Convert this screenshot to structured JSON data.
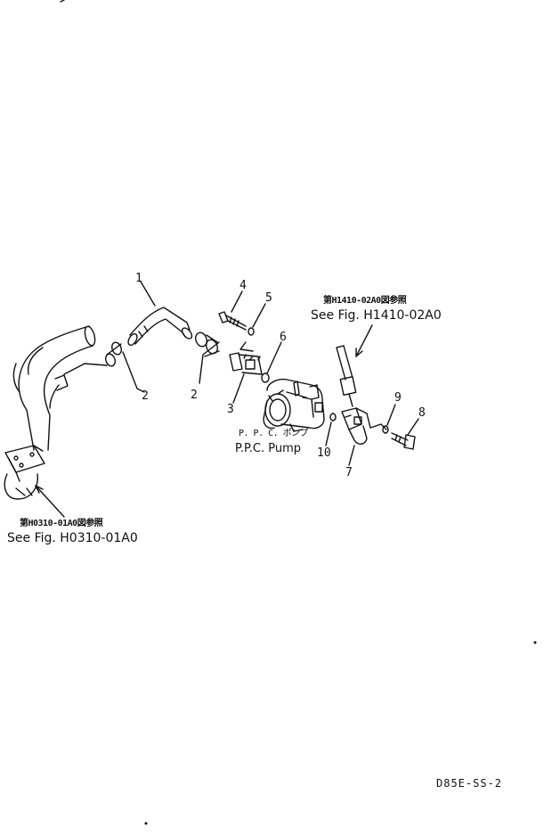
{
  "parts": {
    "p1": "1",
    "p2a": "2",
    "p2b": "2",
    "p3": "3",
    "p4": "4",
    "p5": "5",
    "p6": "6",
    "p7": "7",
    "p8": "8",
    "p9": "9",
    "p10": "10"
  },
  "refs": {
    "top_jp": "第H1410-02A0図参照",
    "top_en": "See Fig. H1410-02A0",
    "left_jp": "第H0310-01A0図参照",
    "left_en": "See Fig. H0310-01A0"
  },
  "pump": {
    "jp": "P. P. C. ポンプ",
    "en": "P.P.C. Pump"
  },
  "drawing_code": "D85E-SS-2",
  "colors": {
    "ink": "#111111",
    "background": "#ffffff"
  }
}
